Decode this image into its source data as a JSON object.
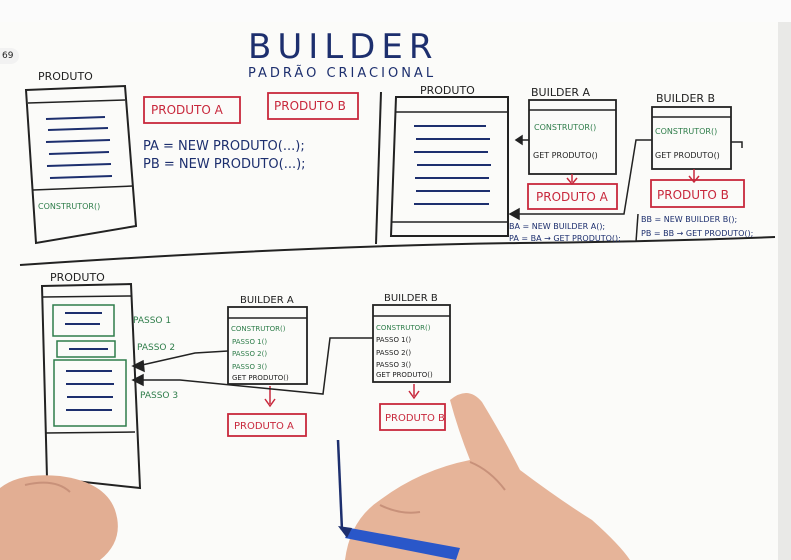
{
  "video": {
    "counter": "69"
  },
  "title": "BUILDER",
  "subtitle": "PADRÃO CRIACIONAL",
  "top_left": {
    "produto_label": "PRODUTO",
    "construtor": "CONSTRUTOR()",
    "produto_a": "PRODUTO A",
    "produto_b": "PRODUTO B",
    "code_a": "PA = NEW PRODUTO(...);",
    "code_b": "PB = NEW PRODUTO(...);"
  },
  "top_right": {
    "produto_label": "PRODUTO",
    "builder_a": {
      "title": "BUILDER A",
      "m1": "CONSTRUTOR()",
      "m2": "GET PRODUTO()",
      "result": "PRODUTO A"
    },
    "builder_b": {
      "title": "BUILDER B",
      "m1": "CONSTRUTOR()",
      "m2": "GET PRODUTO()",
      "result": "PRODUTO B"
    },
    "code_a1": "BA = NEW BUILDER A();",
    "code_a2": "PA = BA → GET PRODUTO();",
    "code_b1": "BB = NEW BUILDER B();",
    "code_b2": "PB = BB → GET PRODUTO();"
  },
  "bottom": {
    "produto_label": "PRODUTO",
    "passo_1": "PASSO 1",
    "passo_2": "PASSO 2",
    "passo_3": "PASSO 3",
    "builder_a": {
      "title": "BUILDER A",
      "methods": [
        "CONSTRUTOR()",
        "PASSO 1()",
        "PASSO 2()",
        "PASSO 3()",
        "GET PRODUTO()"
      ],
      "result": "PRODUTO A"
    },
    "builder_b": {
      "title": "BUILDER B",
      "methods": [
        "CONSTRUTOR()",
        "PASSO 1()",
        "PASSO 2()",
        "PASSO 3()",
        "GET PRODUTO()"
      ],
      "result": "PRODUTO B"
    }
  },
  "colors": {
    "ink_blue": "#1d2f6e",
    "ink_red": "#c8283c",
    "ink_green": "#2e7d4a",
    "ink_black": "#222222",
    "skin": "#e7b59a"
  }
}
